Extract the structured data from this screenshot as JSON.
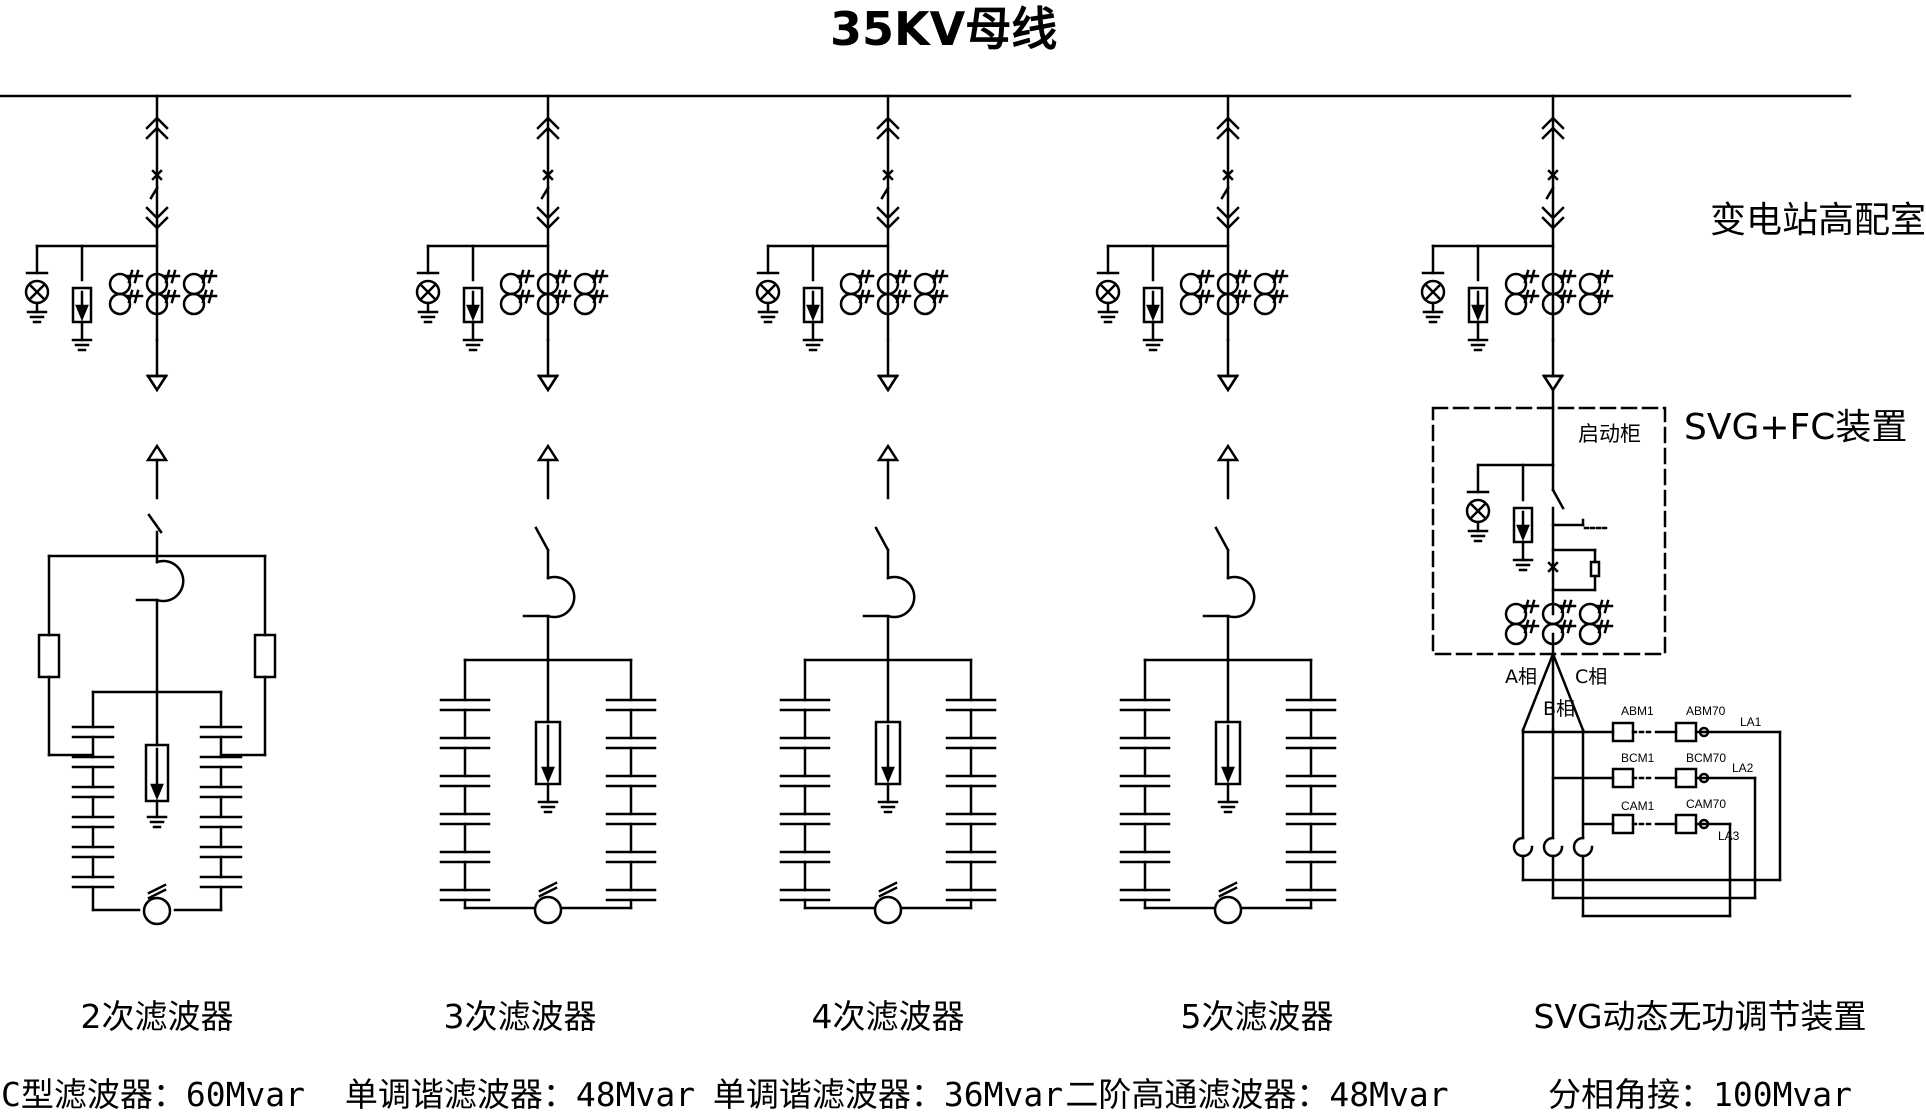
{
  "title": "35KV母线",
  "room_label": "变电站高配室",
  "device_label": "SVG+FC装置",
  "cabinet_label": "启动柜",
  "phases": {
    "a": "A相",
    "b": "B相",
    "c": "C相"
  },
  "components": [
    {
      "top": "ABM1",
      "mid": "ABM70",
      "la": "LA1"
    },
    {
      "top": "BCM1",
      "mid": "BCM70",
      "la": "LA2"
    },
    {
      "top": "CAM1",
      "mid": "CAM70",
      "la": "LA3"
    }
  ],
  "feeders": [
    {
      "name": "2次滤波器",
      "spec": "C型滤波器：60Mvar"
    },
    {
      "name": "3次滤波器",
      "spec": "单调谐滤波器：48Mvar"
    },
    {
      "name": "4次滤波器",
      "spec": "单调谐滤波器：36Mvar"
    },
    {
      "name": "5次滤波器",
      "spec": "二阶高通滤波器：48Mvar"
    },
    {
      "name": "SVG动态无功调节装置",
      "spec": "分相角接：100Mvar"
    }
  ],
  "colors": {
    "line": "#000000",
    "background": "#ffffff"
  }
}
